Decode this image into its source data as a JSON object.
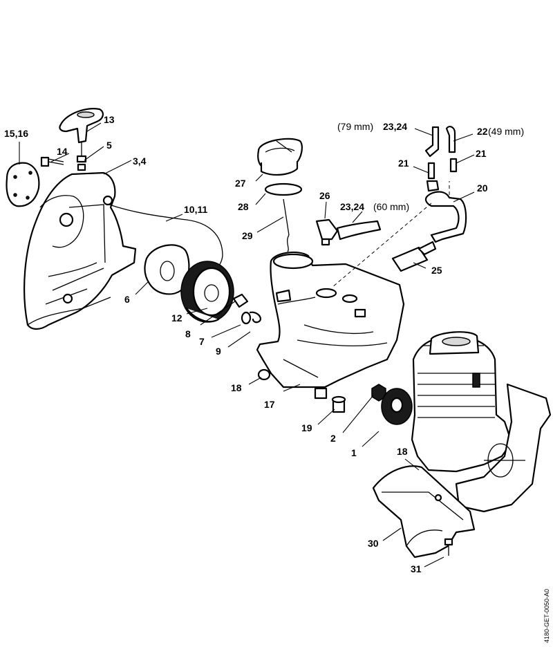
{
  "labels": {
    "l1": "1",
    "l2": "2",
    "l3_4": "3,4",
    "l5": "5",
    "l6": "6",
    "l7": "7",
    "l8": "8",
    "l9": "9",
    "l10_11": "10,11",
    "l12": "12",
    "l13": "13",
    "l14": "14",
    "l15_16": "15,16",
    "l17": "17",
    "l18a": "18",
    "l18b": "18",
    "l19": "19",
    "l20": "20",
    "l21a": "21",
    "l21b": "21",
    "l22": "22",
    "l22_len": "(49 mm)",
    "l23_24a": "23,24",
    "l23_24a_len": "(79 mm)",
    "l23_24b": "23,24",
    "l23_24b_len": "(60 mm)",
    "l25": "25",
    "l26": "26",
    "l27": "27",
    "l28": "28",
    "l29": "29",
    "l30": "30",
    "l31": "31"
  },
  "drawing_code": "4180-GET-0050-A0"
}
